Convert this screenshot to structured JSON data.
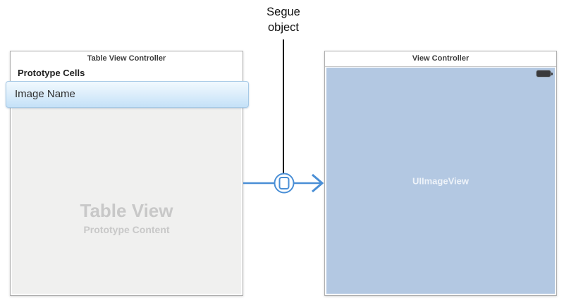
{
  "annotation": {
    "label": "Segue object"
  },
  "scenes": {
    "table": {
      "title": "Table View Controller",
      "prototype_cells_label": "Prototype Cells",
      "selected_cell_label": "Image Name",
      "placeholder_title": "Table View",
      "placeholder_subtitle": "Prototype Content"
    },
    "view": {
      "title": "View Controller",
      "content_label": "UIImageView"
    }
  },
  "icons": {
    "battery": "battery-icon (dark rounded rect with nub)",
    "segue": "segue-icon (circle with rounded square)",
    "arrow": "arrow-right-chevron"
  },
  "colors": {
    "segue_arrow_blue": "#4a8fd6",
    "view_body_blue": "#b3c8e2",
    "table_body_gray": "#f0f0ef",
    "placeholder_text_gray": "#c8c8c8",
    "cell_highlight_top": "#f1f9fe",
    "cell_highlight_bottom": "#c4e1f8",
    "annotation_black": "#111111"
  }
}
